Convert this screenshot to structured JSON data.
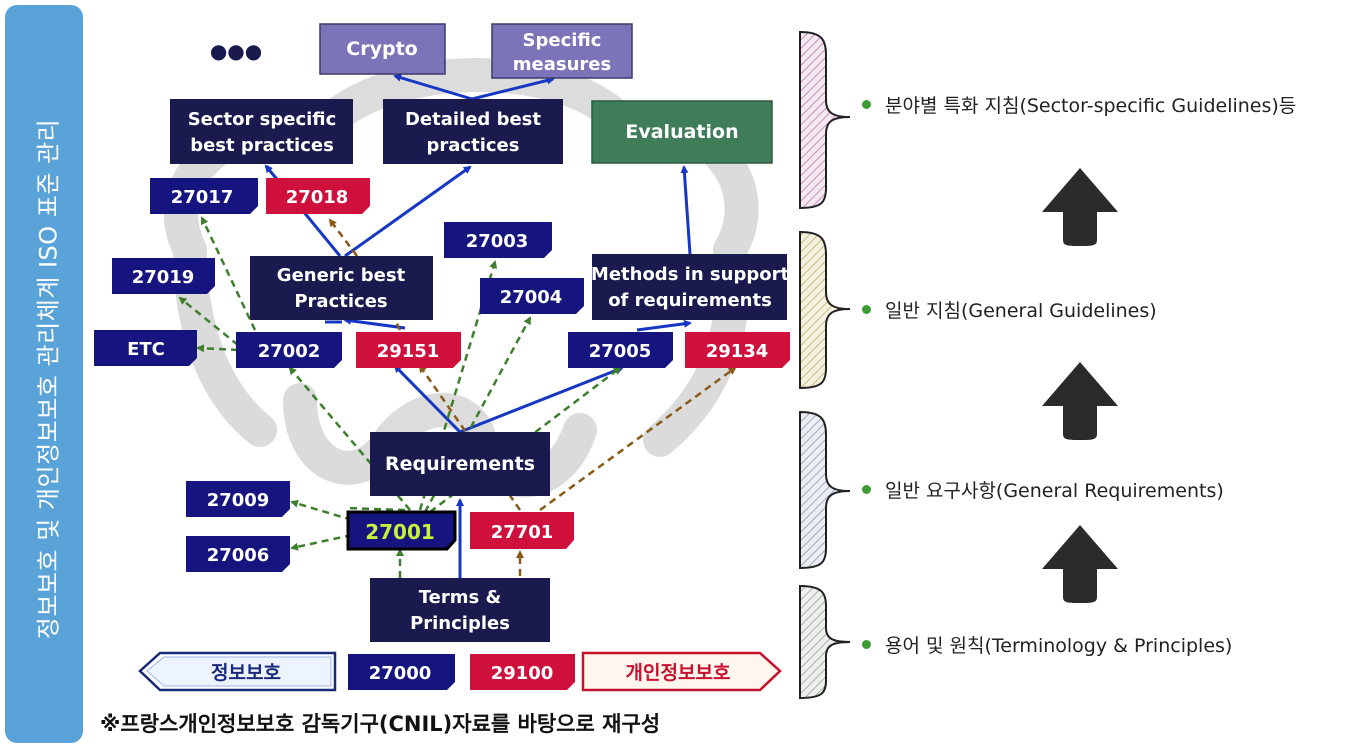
{
  "sidebar": {
    "title": "정보보호 및 개인정보보호 관리체계 ISO 표준 관리"
  },
  "diagram": {
    "ellipsis": "●●●",
    "crypto": "Crypto",
    "specific_measures": [
      "Specific",
      "measures"
    ],
    "sector_practices": [
      "Sector specific",
      "best practices"
    ],
    "detailed_practices": [
      "Detailed best",
      "practices"
    ],
    "evaluation": "Evaluation",
    "generic_practices": [
      "Generic best",
      "Practices"
    ],
    "methods_support": [
      "Methods in support",
      "of requirements"
    ],
    "requirements": "Requirements",
    "terms_principles": [
      "Terms &",
      "Principles"
    ],
    "standards": {
      "s27017": "27017",
      "s27018": "27018",
      "s27003": "27003",
      "s27019": "27019",
      "s27004": "27004",
      "etc": "ETC",
      "s27002": "27002",
      "s29151": "29151",
      "s27005": "27005",
      "s29134": "29134",
      "s27009": "27009",
      "s27001": "27001",
      "s27701": "27701",
      "s27006": "27006",
      "s27000": "27000",
      "s29100": "29100"
    },
    "info_security_label": "정보보호",
    "privacy_label": "개인정보보호"
  },
  "levels": [
    "분야별 특화 지침(Sector-specific Guidelines)등",
    "일반 지침(General Guidelines)",
    "일반 요구사항(General Requirements)",
    "용어 및 원칙(Terminology & Principles)"
  ],
  "footnote": "※프랑스개인정보보호 감독기구(CNIL)자료를 바탕으로 재구성",
  "colors": {
    "navy": "#1a1a4e",
    "blue_std": "#16147e",
    "red_std": "#d0103c",
    "purple": "#7b74b8",
    "green": "#3e7d58",
    "sidebar": "#5aa3d9",
    "arrow_blue": "#1637c4",
    "arrow_green": "#3d7f2c",
    "arrow_brown": "#8a5a16"
  }
}
